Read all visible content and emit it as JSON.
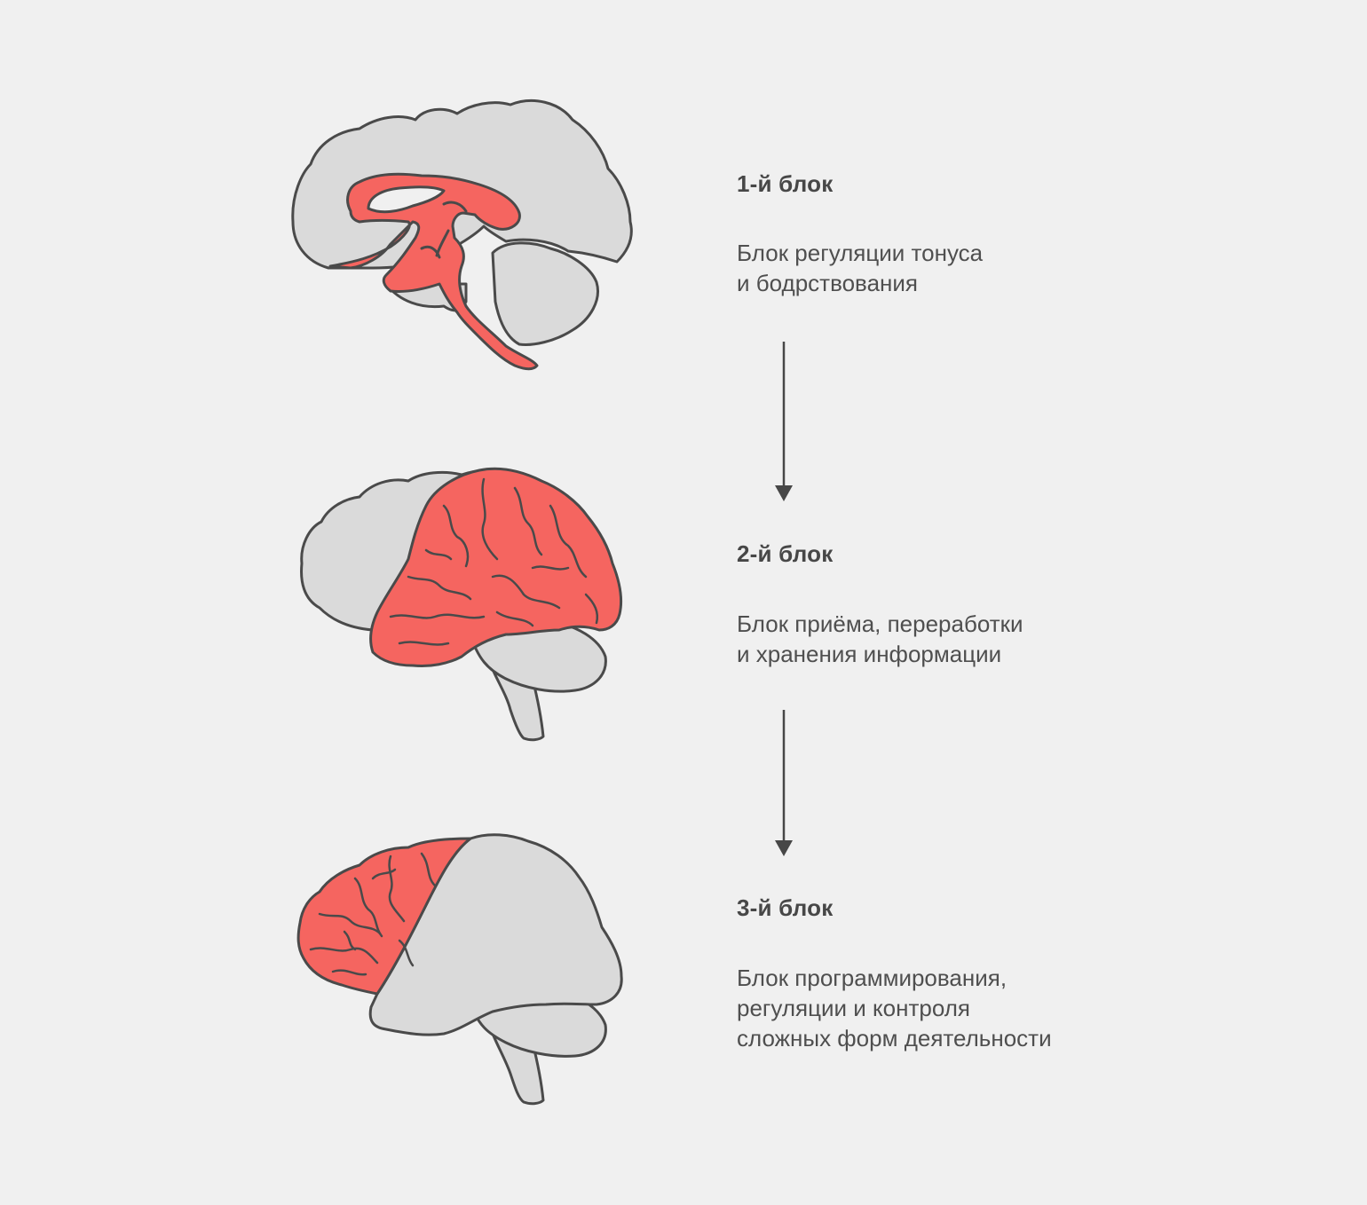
{
  "colors": {
    "background": "#f0f0f0",
    "brain_fill": "#dadada",
    "brain_outline": "#4a4a4a",
    "highlight": "#f56560",
    "text": "#4a4a4a"
  },
  "blocks": [
    {
      "title": "1-й блок",
      "description_lines": [
        "Блок регуляции тонуса",
        "и бодрствования"
      ],
      "illustration": "brain-sagittal-section-icon"
    },
    {
      "title": "2-й блок",
      "description_lines": [
        "Блок приёма, переработки",
        "и хранения информации"
      ],
      "illustration": "brain-lateral-posterior-highlight-icon"
    },
    {
      "title": "3-й блок",
      "description_lines": [
        "Блок программирования,",
        "регуляции и контроля",
        "сложных форм деятельности"
      ],
      "illustration": "brain-lateral-frontal-highlight-icon"
    }
  ],
  "arrows": [
    "arrow-down-icon",
    "arrow-down-icon"
  ]
}
